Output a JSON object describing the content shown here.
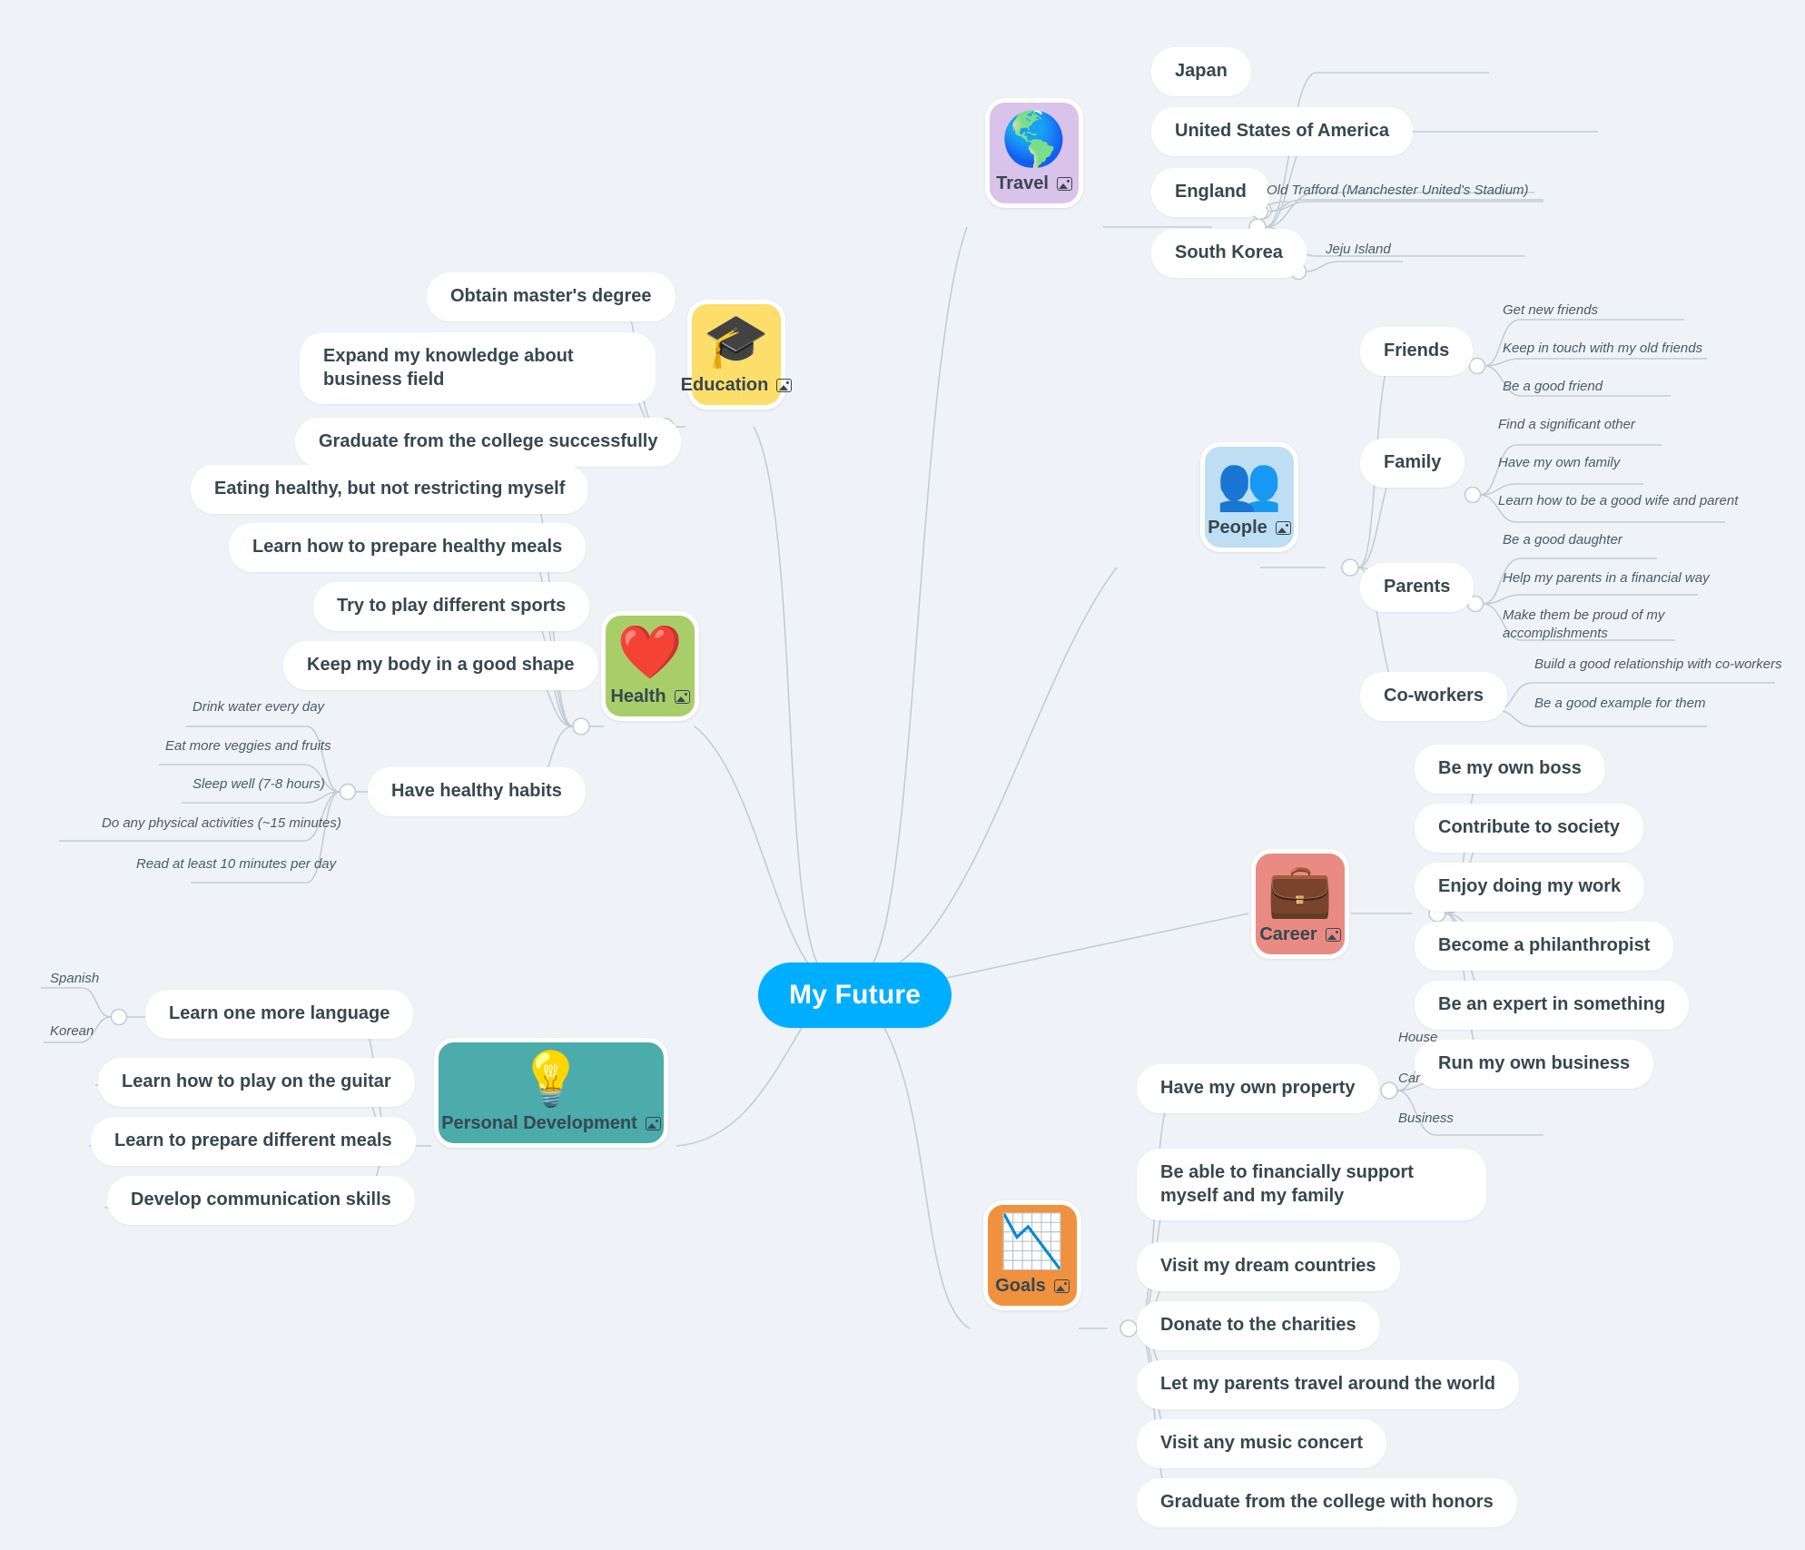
{
  "canvas": {
    "background": "#eff3f7",
    "link_color": "#c3ccd3"
  },
  "root": {
    "label": "My Future",
    "color": "#00aeff"
  },
  "icon_names": {
    "attachment": "image-attachment-icon"
  },
  "branches": [
    {
      "id": "travel",
      "label": "Travel",
      "color": "#d9c3ea",
      "glyph": "🌎",
      "children": [
        {
          "label": "Japan",
          "kind": "pill",
          "children": []
        },
        {
          "label": "United States of America",
          "kind": "pill",
          "children": []
        },
        {
          "label": "England",
          "kind": "pill",
          "children": [
            {
              "label": "Old Trafford (Manchester United's Stadium)",
              "kind": "leaf"
            }
          ]
        },
        {
          "label": "South Korea",
          "kind": "pill",
          "children": [
            {
              "label": "Jeju Island",
              "kind": "leaf"
            }
          ]
        }
      ]
    },
    {
      "id": "people",
      "label": "People",
      "color": "#bedef4",
      "glyph": "👥",
      "children": [
        {
          "label": "Friends",
          "kind": "pill",
          "children": [
            {
              "label": "Get new friends",
              "kind": "leaf"
            },
            {
              "label": "Keep in touch with my old friends",
              "kind": "leaf"
            },
            {
              "label": "Be a good friend",
              "kind": "leaf"
            }
          ]
        },
        {
          "label": "Family",
          "kind": "pill",
          "children": [
            {
              "label": "Find a significant other",
              "kind": "leaf"
            },
            {
              "label": "Have my own family",
              "kind": "leaf"
            },
            {
              "label": "Learn how to be a good wife and parent",
              "kind": "leaf"
            }
          ]
        },
        {
          "label": "Parents",
          "kind": "pill",
          "children": [
            {
              "label": "Be a good daughter",
              "kind": "leaf"
            },
            {
              "label": "Help my parents in a financial way",
              "kind": "leaf"
            },
            {
              "label": "Make them be proud of my accomplishments",
              "kind": "leaf"
            }
          ]
        },
        {
          "label": "Co-workers",
          "kind": "pill",
          "children": [
            {
              "label": "Build a good relationship with co-workers",
              "kind": "leaf"
            },
            {
              "label": "Be a good example for them",
              "kind": "leaf"
            }
          ]
        }
      ]
    },
    {
      "id": "career",
      "label": "Career",
      "color": "#e98b83",
      "glyph": "💼",
      "children": [
        {
          "label": "Be my own boss",
          "kind": "pill",
          "children": []
        },
        {
          "label": "Contribute to society",
          "kind": "pill",
          "children": []
        },
        {
          "label": "Enjoy doing my work",
          "kind": "pill",
          "children": []
        },
        {
          "label": "Become a philanthropist",
          "kind": "pill",
          "children": []
        },
        {
          "label": "Be an expert in something",
          "kind": "pill",
          "children": []
        },
        {
          "label": "Run my own business",
          "kind": "pill",
          "children": []
        }
      ]
    },
    {
      "id": "goals",
      "label": "Goals",
      "color": "#f0913f",
      "glyph": "📉",
      "children": [
        {
          "label": "Have my own property",
          "kind": "pill",
          "children": [
            {
              "label": "House",
              "kind": "leaf"
            },
            {
              "label": "Car",
              "kind": "leaf"
            },
            {
              "label": "Business",
              "kind": "leaf"
            }
          ]
        },
        {
          "label": "Be able to financially support myself and my family",
          "kind": "pill",
          "children": []
        },
        {
          "label": "Visit my dream countries",
          "kind": "pill",
          "children": []
        },
        {
          "label": "Donate to the charities",
          "kind": "pill",
          "children": []
        },
        {
          "label": "Let my parents travel around the world",
          "kind": "pill",
          "children": []
        },
        {
          "label": "Visit any music concert",
          "kind": "pill",
          "children": []
        },
        {
          "label": "Graduate from the college with honors",
          "kind": "pill",
          "children": []
        }
      ]
    },
    {
      "id": "education",
      "label": "Education",
      "color": "#fdde6b",
      "glyph": "🎓",
      "children": [
        {
          "label": "Obtain master's degree",
          "kind": "pill",
          "children": []
        },
        {
          "label": "Expand my knowledge about business field",
          "kind": "pill",
          "children": []
        },
        {
          "label": "Graduate from the college successfully",
          "kind": "pill",
          "children": []
        }
      ]
    },
    {
      "id": "health",
      "label": "Health",
      "color": "#a8ce6a",
      "glyph": "❤️",
      "children": [
        {
          "label": "Eating healthy, but not restricting myself",
          "kind": "pill",
          "children": []
        },
        {
          "label": "Learn how to prepare healthy meals",
          "kind": "pill",
          "children": []
        },
        {
          "label": "Try to play different sports",
          "kind": "pill",
          "children": []
        },
        {
          "label": "Keep my body in a good shape",
          "kind": "pill",
          "children": []
        },
        {
          "label": "Have healthy habits",
          "kind": "pill",
          "children": [
            {
              "label": "Drink water every day",
              "kind": "leaf"
            },
            {
              "label": "Eat more veggies and fruits",
              "kind": "leaf"
            },
            {
              "label": "Sleep well (7-8 hours)",
              "kind": "leaf"
            },
            {
              "label": "Do any physical activities (~15 minutes)",
              "kind": "leaf"
            },
            {
              "label": "Read at least 10 minutes per day",
              "kind": "leaf"
            }
          ]
        }
      ]
    },
    {
      "id": "personal-development",
      "label": "Personal Development",
      "color": "#4cabab",
      "glyph": "💡",
      "children": [
        {
          "label": "Learn one more language",
          "kind": "pill",
          "children": [
            {
              "label": "Spanish",
              "kind": "leaf"
            },
            {
              "label": "Korean",
              "kind": "leaf"
            }
          ]
        },
        {
          "label": "Learn how to play on the guitar",
          "kind": "pill",
          "children": []
        },
        {
          "label": "Learn to prepare different meals",
          "kind": "pill",
          "children": []
        },
        {
          "label": "Develop communication skills",
          "kind": "pill",
          "children": []
        }
      ]
    }
  ]
}
